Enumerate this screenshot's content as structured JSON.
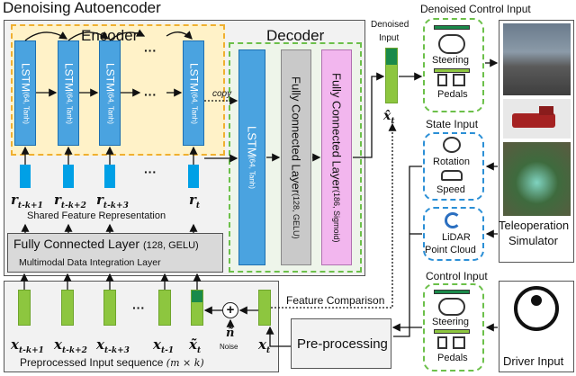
{
  "title": "Denoising Autoencoder",
  "encoder": {
    "label": "Encoder",
    "lstm_units": [
      {
        "name": "LSTM",
        "sub": "(64, Tanh)"
      },
      {
        "name": "LSTM",
        "sub": "(64, Tanh)"
      },
      {
        "name": "LSTM",
        "sub": "(64, Tanh)"
      },
      {
        "name": "LSTM",
        "sub": "(64, Tanh)"
      }
    ],
    "ellipsis_top": "···",
    "ellipsis_mid": "···",
    "feature_labels": [
      "r",
      "r",
      "r",
      "r"
    ],
    "feature_subs": [
      "t-k+1",
      "t-k+2",
      "t-k+3",
      "t"
    ],
    "shared_caption": "Shared Feature Representation",
    "copy_label": "copy"
  },
  "fc_integration": {
    "title": "Fully Connected Layer",
    "params": "(128, GELU)",
    "caption": "Multimodal Data Integration Layer"
  },
  "decoder": {
    "label": "Decoder",
    "lstm_name": "LSTM",
    "lstm_sub": "(64, Tanh)",
    "fc1_name": "Fully Connected Layer",
    "fc1_sub": "(128, GELU)",
    "fc2_name": "Fully Connected Layer",
    "fc2_sub": "(186, Sigmoid)"
  },
  "denoised": {
    "label_line1": "Denoised",
    "label_line2": "Input",
    "symbol": "x̂",
    "sub": "t"
  },
  "input_sequence": {
    "labels": [
      "x",
      "x",
      "x",
      "x",
      "x̃",
      "x"
    ],
    "subs": [
      "t-k+1",
      "t-k+2",
      "t-k+3",
      "t-1",
      "t",
      "t"
    ],
    "ellipsis": "···",
    "noise_symbol": "ñ",
    "noise_label": "Noise",
    "plus": "+",
    "caption": "Preprocessed Input sequence",
    "caption_dims": "(m × k)"
  },
  "feature_comparison": "Feature Comparison",
  "preprocessing": "Pre-processing",
  "denoised_control": {
    "title": "Denoised Control Input",
    "items": [
      "Steering",
      "Pedals"
    ]
  },
  "state_input": {
    "title": "State Input",
    "items": [
      "Rotation",
      "Speed"
    ]
  },
  "lidar": {
    "line1": "LiDAR",
    "line2": "Point Cloud"
  },
  "control_input": {
    "title": "Control Input",
    "items": [
      "Steering",
      "Pedals"
    ]
  },
  "simulator": {
    "line1": "Teleoperation",
    "line2": "Simulator"
  },
  "driver_input": "Driver Input",
  "colors": {
    "lstm": "#4aa3e0",
    "decoder_fc1": "#c9c9c9",
    "decoder_fc2": "#f2b6ee",
    "input_green": "#8dc63f",
    "dark_green": "#1a8a4a",
    "encoder_bg": "#fff2c8",
    "dashed_green": "#6cc04a",
    "dashed_blue": "#2b8fd6"
  }
}
